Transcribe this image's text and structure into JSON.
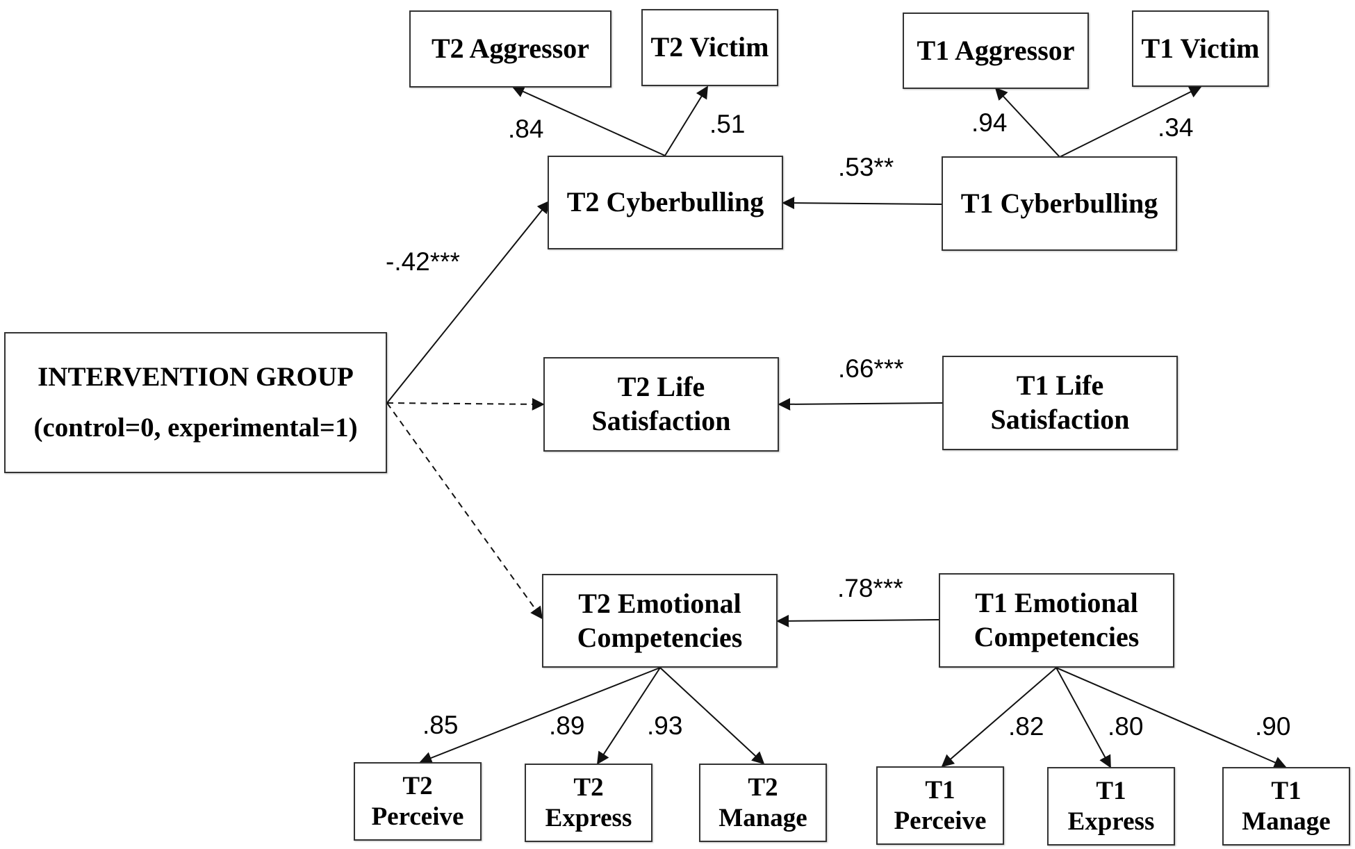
{
  "nodes": {
    "intervention": {
      "line1": "INTERVENTION GROUP",
      "line2": "(control=0, experimental=1)"
    },
    "t2_aggressor": {
      "line1": "T2 Aggressor"
    },
    "t2_victim": {
      "line1": "T2 Victim"
    },
    "t1_aggressor": {
      "line1": "T1 Aggressor"
    },
    "t1_victim": {
      "line1": "T1 Victim"
    },
    "t2_cyber": {
      "line1": "T2 Cyberbulling"
    },
    "t1_cyber": {
      "line1": "T1 Cyberbulling"
    },
    "t2_life": {
      "line1": "T2 Life",
      "line2": "Satisfaction"
    },
    "t1_life": {
      "line1": "T1 Life",
      "line2": "Satisfaction"
    },
    "t2_emo": {
      "line1": "T2 Emotional",
      "line2": "Competencies"
    },
    "t1_emo": {
      "line1": "T1 Emotional",
      "line2": "Competencies"
    },
    "t2_perceive": {
      "line1": "T2",
      "line2": "Perceive"
    },
    "t2_express": {
      "line1": "T2",
      "line2": "Express"
    },
    "t2_manage": {
      "line1": "T2",
      "line2": "Manage"
    },
    "t1_perceive": {
      "line1": "T1",
      "line2": "Perceive"
    },
    "t1_express": {
      "line1": "T1",
      "line2": "Express"
    },
    "t1_manage": {
      "line1": "T1",
      "line2": "Manage"
    }
  },
  "coefficients": {
    "t2_aggressor": ".84",
    "t2_victim": ".51",
    "t1_aggressor": ".94",
    "t1_victim": ".34",
    "cyber_stability": ".53**",
    "intervention_to_cyber": "-.42***",
    "life_stability": ".66***",
    "emo_stability": ".78***",
    "t2_perceive": ".85",
    "t2_express": ".89",
    "t2_manage": ".93",
    "t1_perceive": ".82",
    "t1_express": ".80",
    "t1_manage": ".90"
  },
  "edges": [
    {
      "from": "t2_cyber",
      "to": "t2_aggressor",
      "style": "solid"
    },
    {
      "from": "t2_cyber",
      "to": "t2_victim",
      "style": "solid"
    },
    {
      "from": "t1_cyber",
      "to": "t1_aggressor",
      "style": "solid"
    },
    {
      "from": "t1_cyber",
      "to": "t1_victim",
      "style": "solid"
    },
    {
      "from": "t1_cyber",
      "to": "t2_cyber",
      "style": "solid"
    },
    {
      "from": "intervention",
      "to": "t2_cyber",
      "style": "solid"
    },
    {
      "from": "intervention",
      "to": "t2_life",
      "style": "dashed"
    },
    {
      "from": "intervention",
      "to": "t2_emo",
      "style": "dashed"
    },
    {
      "from": "t1_life",
      "to": "t2_life",
      "style": "solid"
    },
    {
      "from": "t1_emo",
      "to": "t2_emo",
      "style": "solid"
    },
    {
      "from": "t2_emo",
      "to": "t2_perceive",
      "style": "solid"
    },
    {
      "from": "t2_emo",
      "to": "t2_express",
      "style": "solid"
    },
    {
      "from": "t2_emo",
      "to": "t2_manage",
      "style": "solid"
    },
    {
      "from": "t1_emo",
      "to": "t1_perceive",
      "style": "solid"
    },
    {
      "from": "t1_emo",
      "to": "t1_express",
      "style": "solid"
    },
    {
      "from": "t1_emo",
      "to": "t1_manage",
      "style": "solid"
    }
  ]
}
